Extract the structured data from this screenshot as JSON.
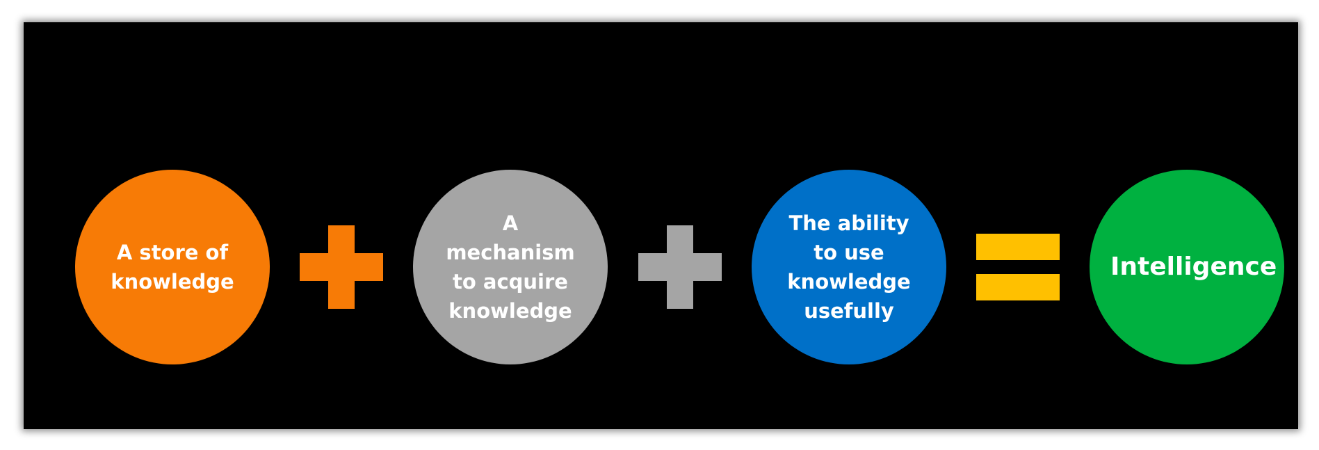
{
  "colors": {
    "background": "#000000",
    "orange": "#F77B06",
    "gray": "#A5A5A5",
    "blue": "#0070C8",
    "green": "#00B140",
    "yellow": "#FFC000"
  },
  "circles": [
    {
      "label": "A store of\nknowledge",
      "color": "#F77B06"
    },
    {
      "label": "A\nmechanism\nto acquire\nknowledge",
      "color": "#A5A5A5"
    },
    {
      "label": "The ability\nto use\nknowledge\nusefully",
      "color": "#0070C8"
    },
    {
      "label": "Intelligence",
      "color": "#00B140"
    }
  ],
  "operators": [
    {
      "symbol": "plus",
      "color": "#F77B06"
    },
    {
      "symbol": "plus",
      "color": "#A5A5A5"
    },
    {
      "symbol": "equals",
      "color": "#FFC000"
    }
  ]
}
